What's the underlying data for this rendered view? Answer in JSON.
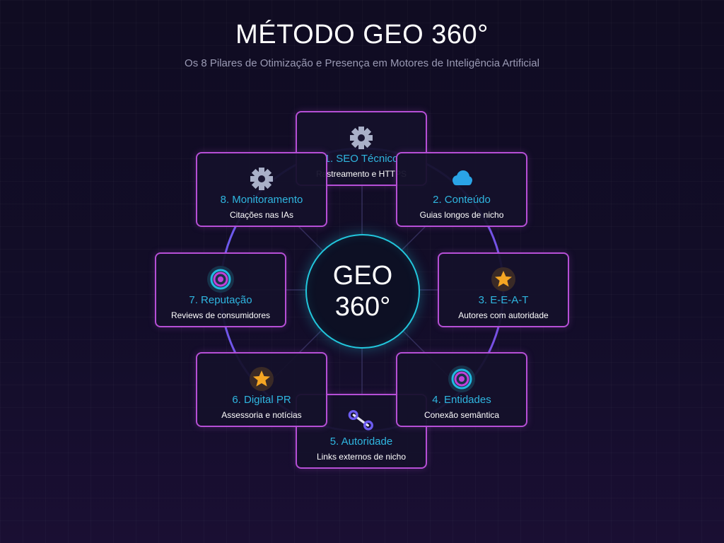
{
  "header": {
    "title": "MÉTODO GEO 360°",
    "subtitle": "Os 8 Pilares de Otimização e Presença em Motores de Inteligência Artificial"
  },
  "hub": {
    "line1": "GEO",
    "line2": "360°"
  },
  "colors": {
    "card_border": "#b64fd6",
    "card_title": "#2fb6e0",
    "hub_border": "#22c7dd",
    "ring": "#6b4fe8"
  },
  "pillars": [
    {
      "title": "1. SEO Técnico",
      "desc": "Rastreamento e HTTPS",
      "icon": "gear-icon"
    },
    {
      "title": "2. Conteúdo",
      "desc": "Guias longos de nicho",
      "icon": "cloud-icon"
    },
    {
      "title": "3. E-E-A-T",
      "desc": "Autores com autoridade",
      "icon": "star-icon"
    },
    {
      "title": "4. Entidades",
      "desc": "Conexão semântica",
      "icon": "target-icon"
    },
    {
      "title": "5. Autoridade",
      "desc": "Links externos de nicho",
      "icon": "link-icon"
    },
    {
      "title": "6. Digital PR",
      "desc": "Assessoria e notícias",
      "icon": "star-icon"
    },
    {
      "title": "7. Reputação",
      "desc": "Reviews de consumidores",
      "icon": "target-icon"
    },
    {
      "title": "8. Monitoramento",
      "desc": "Citações nas IAs",
      "icon": "gear-icon"
    }
  ]
}
